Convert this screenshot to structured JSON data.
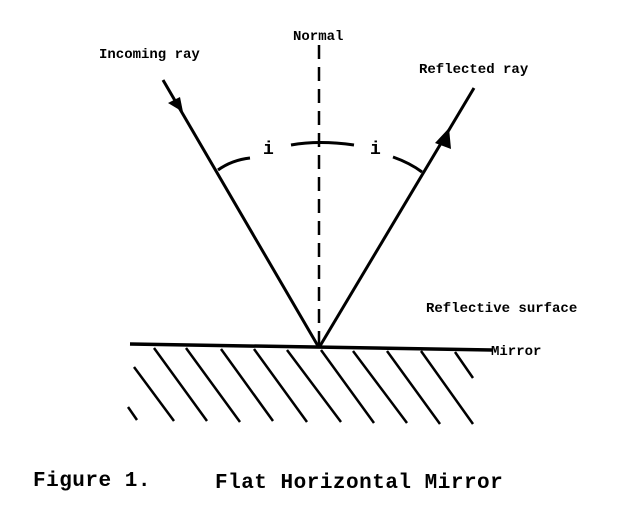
{
  "labels": {
    "normal": "Normal",
    "incoming_ray": "Incoming ray",
    "reflected_ray": "Reflected ray",
    "angle_left": "i",
    "angle_right": "i",
    "reflective_surface": "Reflective surface",
    "mirror": "Mirror"
  },
  "caption": {
    "number": "Figure 1.",
    "title": "Flat Horizontal Mirror"
  },
  "colors": {
    "ink": "#000000",
    "background": "#ffffff"
  }
}
